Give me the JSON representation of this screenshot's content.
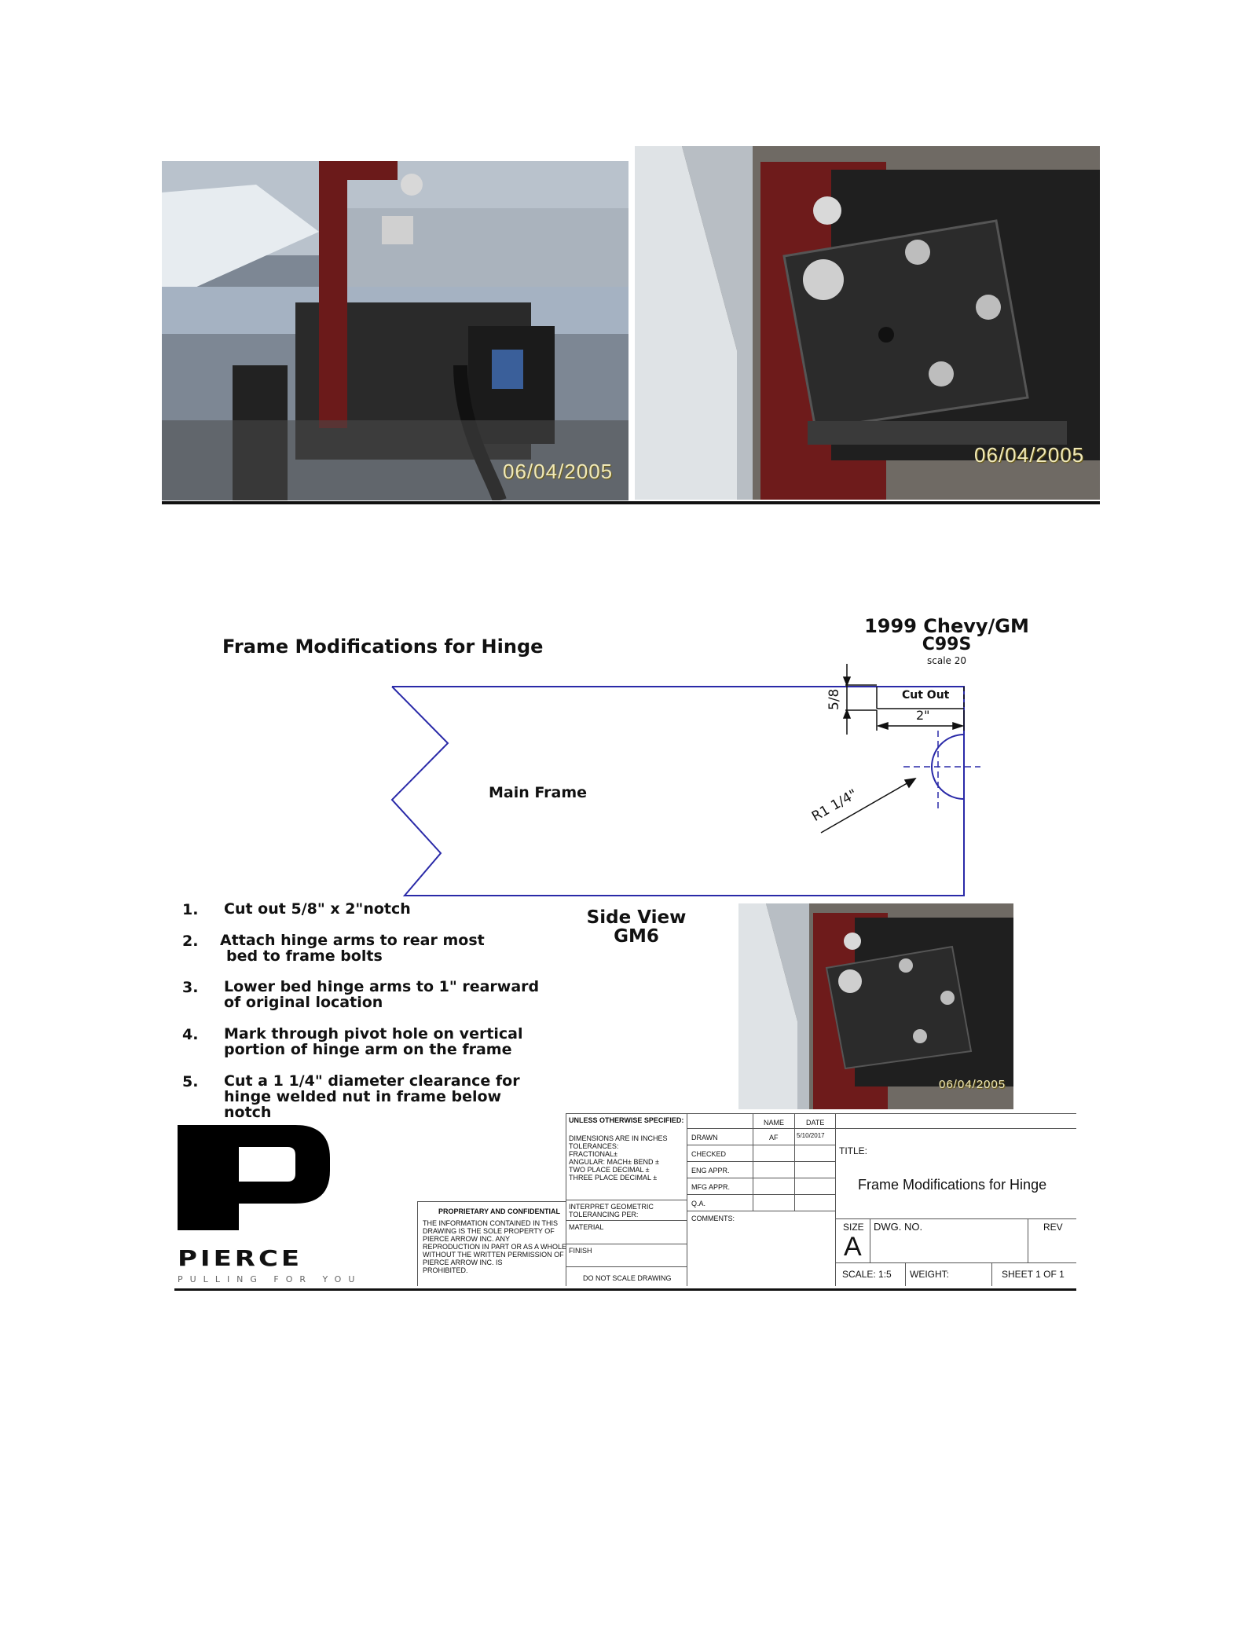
{
  "photos": {
    "top_left_date": "06/04/2005",
    "top_right_date": "06/04/2005",
    "inset_date": "06/04/2005"
  },
  "drawing": {
    "title": "Frame Modifications for Hinge",
    "vehicle": "1999 Chevy/GM",
    "model": "C99S",
    "scale_note": "scale 20",
    "main_frame_label": "Main Frame",
    "cutout_label": "Cut Out",
    "dim_height": "5/8",
    "dim_width": "2\"",
    "dim_radius": "R1 1/4\"",
    "side_view_line1": "Side View",
    "side_view_line2": "GM6"
  },
  "steps": [
    {
      "num": "1.",
      "lines": [
        "Cut out 5/8\" x 2\"notch"
      ]
    },
    {
      "num": "2.",
      "lines": [
        "Attach hinge arms to rear most",
        "bed to frame bolts"
      ]
    },
    {
      "num": "3.",
      "lines": [
        "Lower bed hinge arms to 1\" rearward",
        "of original location"
      ]
    },
    {
      "num": "4.",
      "lines": [
        "Mark through pivot hole on vertical",
        "portion of hinge arm on the frame"
      ]
    },
    {
      "num": "5.",
      "lines": [
        "Cut a 1 1/4\" diameter clearance for",
        "hinge welded nut in frame below",
        "notch"
      ]
    }
  ],
  "logo": {
    "name": "PIERCE",
    "tagline": "PULLING FOR YOU"
  },
  "title_block": {
    "proprietary_heading": "PROPRIETARY AND CONFIDENTIAL",
    "proprietary_text": [
      "THE INFORMATION CONTAINED IN THIS",
      "DRAWING IS THE SOLE PROPERTY OF",
      "PIERCE ARROW INC. ANY",
      "REPRODUCTION IN PART OR AS A WHOLE",
      "WITHOUT THE WRITTEN PERMISSION OF",
      "PIERCE ARROW INC. IS",
      "PROHIBITED."
    ],
    "unless": "UNLESS OTHERWISE SPECIFIED:",
    "dims_lines": [
      "DIMENSIONS ARE IN INCHES",
      "TOLERANCES:",
      "FRACTIONAL±",
      "ANGULAR: MACH±    BEND ±",
      "TWO PLACE DECIMAL    ±",
      "THREE PLACE DECIMAL  ±"
    ],
    "interpret": [
      "INTERPRET GEOMETRIC",
      "TOLERANCING PER:"
    ],
    "material": "MATERIAL",
    "finish": "FINISH",
    "do_not_scale": "DO NOT SCALE DRAWING",
    "name_header": "NAME",
    "date_header": "DATE",
    "rows": [
      {
        "label": "DRAWN",
        "name": "AF",
        "date": "5/10/2017"
      },
      {
        "label": "CHECKED",
        "name": "",
        "date": ""
      },
      {
        "label": "ENG APPR.",
        "name": "",
        "date": ""
      },
      {
        "label": "MFG APPR.",
        "name": "",
        "date": ""
      },
      {
        "label": "Q.A.",
        "name": "",
        "date": ""
      },
      {
        "label": "COMMENTS:",
        "name": "",
        "date": ""
      }
    ],
    "title_label": "TITLE:",
    "title_value": "Frame Modifications for Hinge",
    "size_label": "SIZE",
    "size_value": "A",
    "dwg_label": "DWG.  NO.",
    "rev_label": "REV",
    "scale_text": "SCALE: 1:5",
    "weight_text": "WEIGHT:",
    "sheet_text": "SHEET 1 OF 1"
  }
}
